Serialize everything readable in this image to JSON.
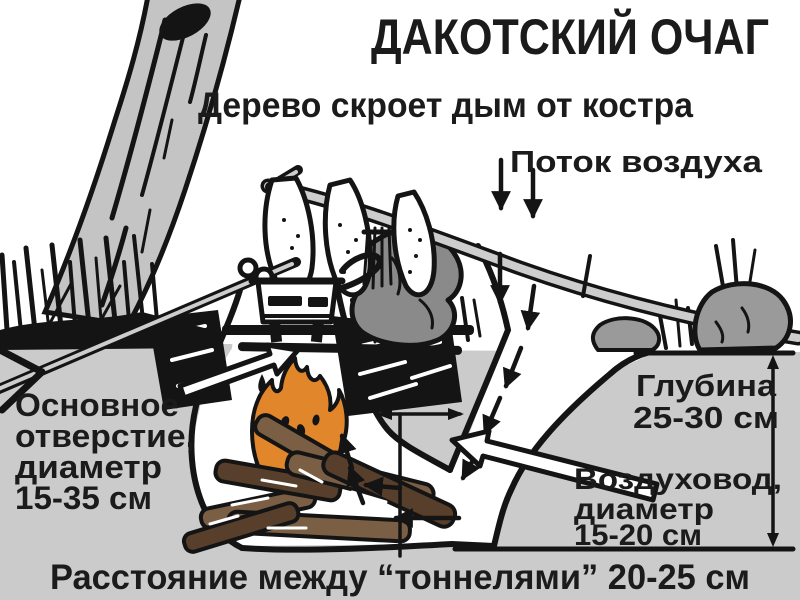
{
  "title": "ДАКОТСКИЙ ОЧАГ",
  "subtitle": "Дерево скроет дым от костра",
  "labels": {
    "airflow": "Поток воздуха",
    "main_hole_lines": [
      "Основное",
      "отверстие,",
      "диаметр",
      "15-35 см"
    ],
    "depth_lines": [
      "Глубина",
      "25-30 см"
    ],
    "duct_lines": [
      "Воздуховод,",
      "диаметр",
      "15-20 см"
    ],
    "tunnel_distance": "Расстояние между “тоннелями” 20-25 см"
  },
  "colors": {
    "ink": "#141414",
    "text": "#1b1b1b",
    "ground": "#cbcbcb",
    "trunk": "#c4c4c4",
    "branch": "#cdcdcd",
    "rock_dark": "#8a8a8a",
    "rock": "#9a9a9a",
    "flame": "#e2862b",
    "log": "#7a5f45",
    "log_dark": "#573f2c",
    "white": "#ffffff"
  }
}
